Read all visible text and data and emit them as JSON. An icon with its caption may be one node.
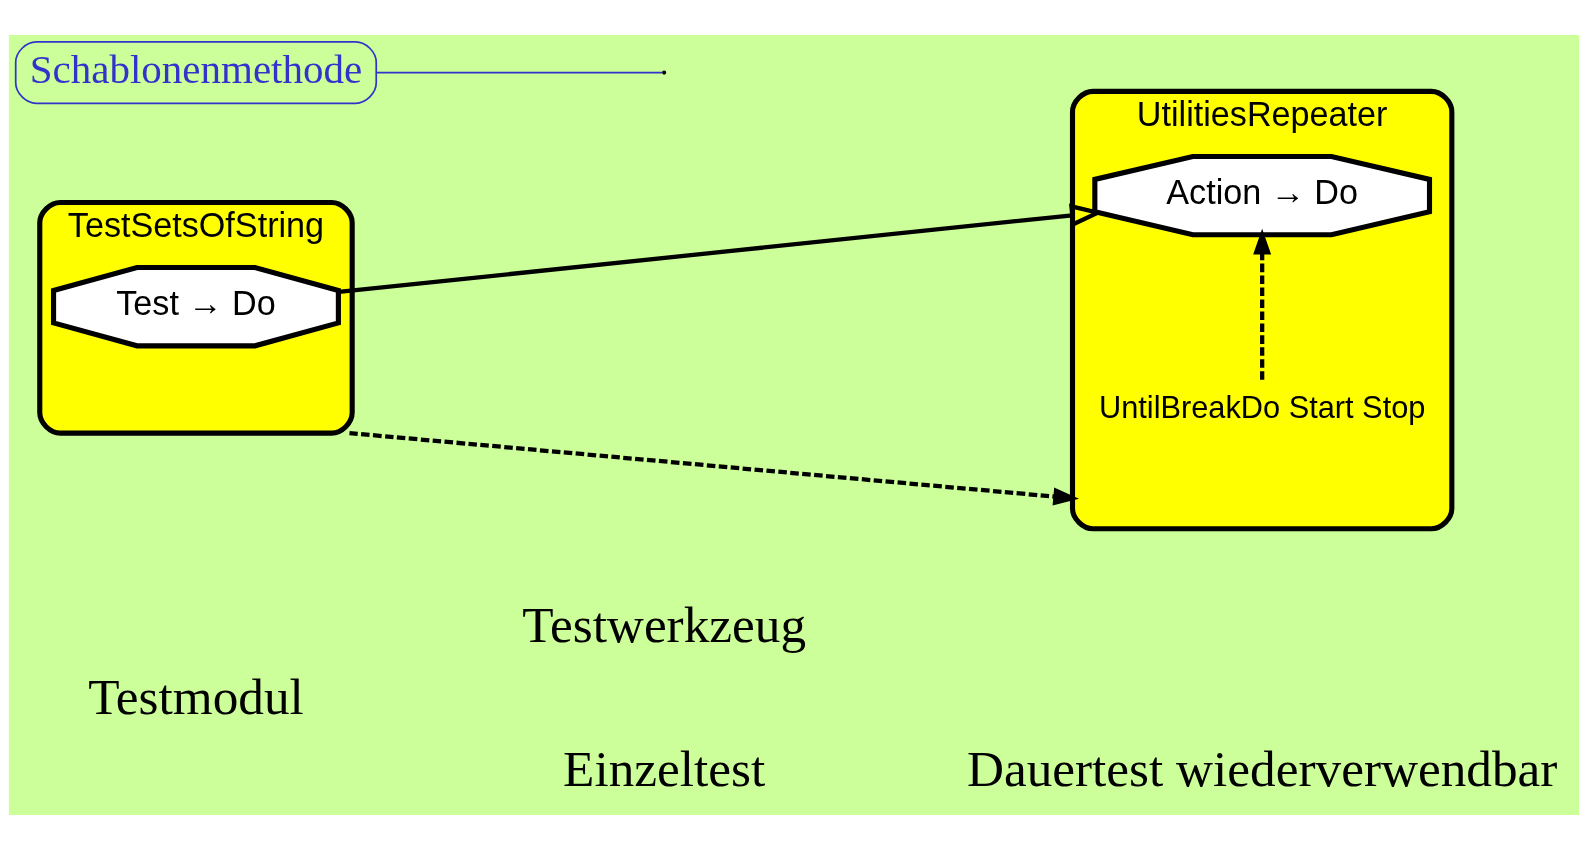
{
  "diagram": {
    "nodes": [
      {
        "text": [
          "TestSetsOfString"
        ]
      },
      {
        "text": [
          "Test → Do"
        ],
        "in": 0
      },
      {
        "text": [
          "UtilitiesRepeater"
        ]
      },
      {
        "text": [
          "Action → Do"
        ],
        "in": 2
      },
      {
        "text": [
          "UntilBreakDo Start Stop"
        ],
        "in": 2
      },
      {
        "text": [
          "Schablonenmethode"
        ]
      }
    ],
    "edges": [
      {
        "from": 0,
        "to": 2,
        "arrow": "to",
        "style": "dashed"
      },
      {
        "from": 1,
        "to": 3,
        "arrow": "to"
      },
      {
        "from": 4,
        "to": 3,
        "arrow": "to",
        "style": "dashed"
      },
      {
        "from": 5,
        "to": null,
        "arrow": "none",
        "color": "#3333cc"
      }
    ],
    "labels": [
      "Testmodul",
      "Testwerkzeug",
      "Einzeltest",
      "Dauertest wiederverwendbar"
    ]
  }
}
